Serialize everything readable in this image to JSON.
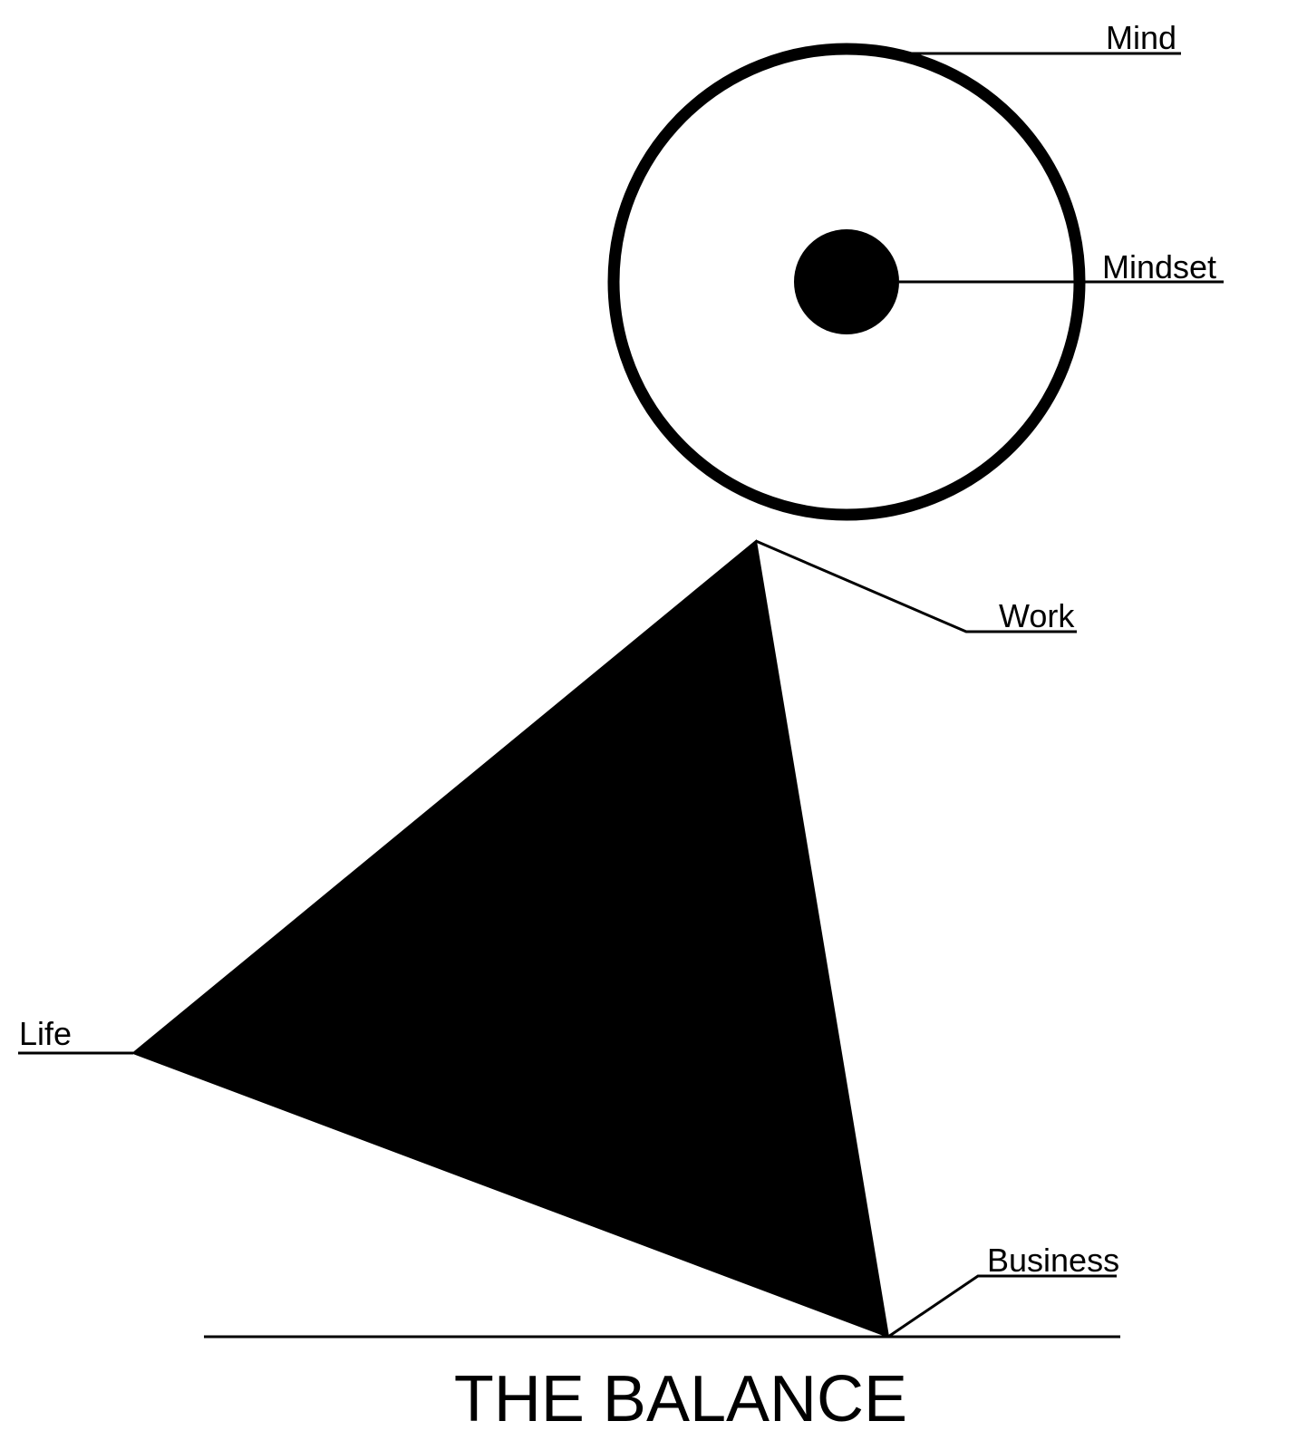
{
  "diagram": {
    "title": "THE BALANCE",
    "labels": {
      "mind": "Mind",
      "mindset": "Mindset",
      "work": "Work",
      "life": "Life",
      "business": "Business"
    }
  },
  "colors": {
    "ink": "#000000",
    "background": "#ffffff"
  }
}
